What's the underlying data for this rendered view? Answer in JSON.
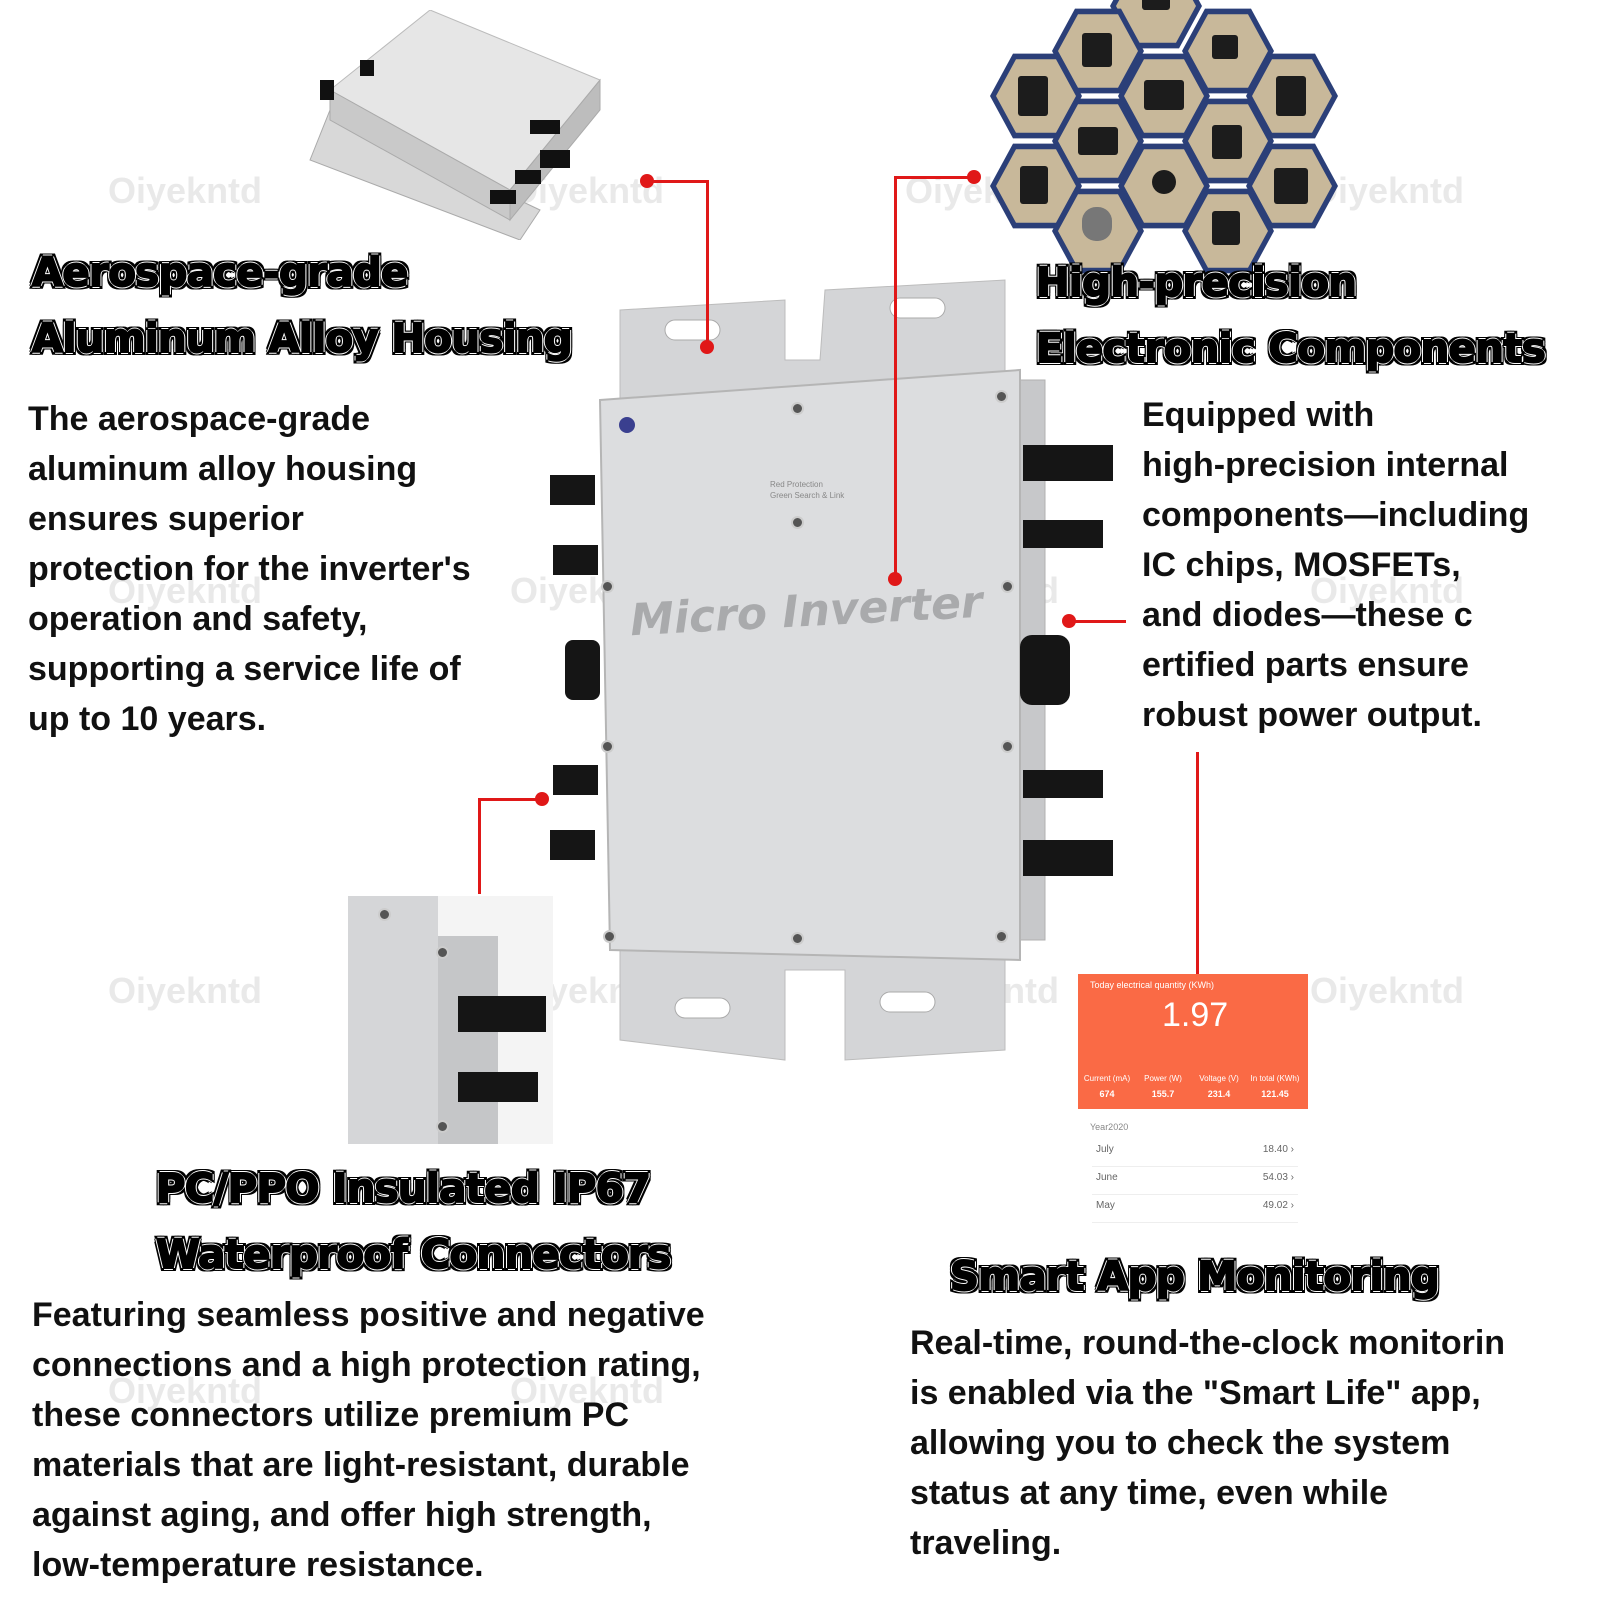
{
  "watermark": "Oiyekntd",
  "housing": {
    "title_lines": [
      "Aerospace-grade",
      "Aluminum Alloy Housing"
    ],
    "body_lines": [
      "The aerospace-grade",
      "aluminum  alloy housing",
      "ensures superior",
      "protection for the inverter's",
      "operation and safety,",
      "supporting a service life of",
      "up to 10 years."
    ]
  },
  "components": {
    "title_lines": [
      "High-precision",
      "Electronic Components"
    ],
    "body_lines": [
      "Equipped with",
      "high-precision internal",
      "components—including",
      "IC chips, MOSFETs,",
      "and diodes—these c",
      "ertified parts ensure",
      "robust power output."
    ]
  },
  "connectors": {
    "title_lines": [
      "PC/PPO Insulated IP67",
      "Waterproof Connectors"
    ],
    "body_lines": [
      "Featuring seamless positive and negative",
      "connections and a high protection rating,",
      "these connectors utilize premium PC",
      "materials that are light-resistant, durable",
      "against aging, and offer high strength,",
      "low-temperature resistance."
    ]
  },
  "app": {
    "title_lines": [
      "Smart App Monitoring"
    ],
    "body_lines": [
      "Real-time, round-the-clock monitorin",
      "is enabled via the \"Smart Life\" app,",
      "allowing you to check the system",
      "status at any time, even while",
      "traveling."
    ],
    "screen": {
      "header_label": "Today electrical quantity (KWh)",
      "big_value": "1.97",
      "metrics": [
        {
          "label": "Current (mA)",
          "value": "674"
        },
        {
          "label": "Power (W)",
          "value": "155.7"
        },
        {
          "label": "Voltage (V)",
          "value": "231.4"
        },
        {
          "label": "In total (KWh)",
          "value": "121.45"
        }
      ],
      "year_label": "Year2020",
      "months": [
        {
          "month": "July",
          "value": "18.40 ›"
        },
        {
          "month": "June",
          "value": "54.03 ›"
        },
        {
          "month": "May",
          "value": "49.02 ›"
        }
      ],
      "accent_color": "#fa6a45"
    }
  },
  "inverter": {
    "label": "Micro Inverter",
    "small_text_1": "Red Protection",
    "small_text_2": "Green Search & Link"
  },
  "colors": {
    "pointer": "#e01818",
    "housing": "#d9dadc"
  }
}
